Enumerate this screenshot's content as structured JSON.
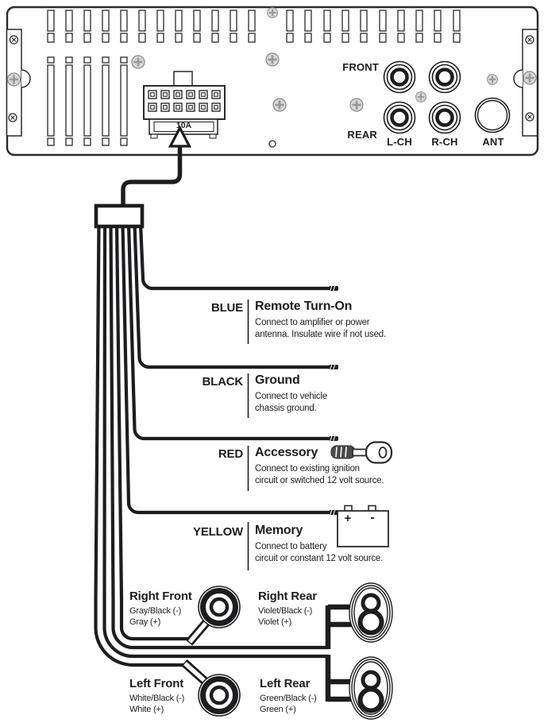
{
  "panel": {
    "fuse_label": "10A",
    "front_label": "FRONT",
    "rear_label": "REAR",
    "left_channel_label": "L-CH",
    "right_channel_label": "R-CH",
    "antenna_label": "ANT"
  },
  "wire_sections": [
    {
      "color_label": "BLUE",
      "title": "Remote Turn-On",
      "description": "Connect to amplifier or power\nantenna. Insulate wire if not used."
    },
    {
      "color_label": "BLACK",
      "title": "Ground",
      "description": "Connect to vehicle\nchassis ground."
    },
    {
      "color_label": "RED",
      "title": "Accessory",
      "description": "Connect to existing ignition\ncircuit or switched 12 volt source."
    },
    {
      "color_label": "YELLOW",
      "title": "Memory",
      "description": "Connect to battery\ncircuit or constant 12 volt source."
    }
  ],
  "speaker_sections": [
    {
      "name": "Right Front",
      "negative": "Gray/Black (-)",
      "positive": "Gray (+)"
    },
    {
      "name": "Right Rear",
      "negative": "Violet/Black (-)",
      "positive": "Violet (+)"
    },
    {
      "name": "Left Front",
      "negative": "White/Black (-)",
      "positive": "White (+)"
    },
    {
      "name": "Left Rear",
      "negative": "Green/Black (-)",
      "positive": "Green (+)"
    }
  ],
  "battery": {
    "positive_label": "+",
    "negative_label": "-"
  },
  "icons": {
    "key": "ignition-key-icon",
    "battery": "battery-icon",
    "arrow": "up-arrow-icon"
  },
  "colors": {
    "ink": "#1d1d1f",
    "screw_fill": "#d6d6d6",
    "key_grip": "#4a4a4a"
  }
}
